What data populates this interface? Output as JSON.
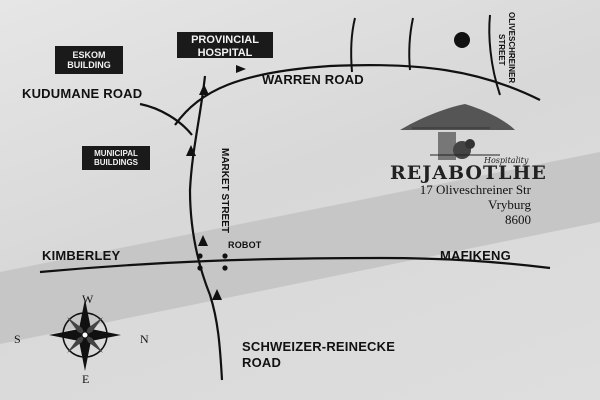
{
  "labels": {
    "eskom": [
      "ESKOM",
      "BUILDING"
    ],
    "provincial": [
      "PROVINCIAL",
      "HOSPITAL"
    ],
    "municipal": [
      "MUNICIPAL",
      "BUILDINGS"
    ],
    "kudumane": "KUDUMANE ROAD",
    "warren": "WARREN ROAD",
    "oliveschreiner": [
      "OLIVESCHREINER",
      "STREET"
    ],
    "market": "MARKET STREET",
    "robot": "ROBOT",
    "kimberley": "KIMBERLEY",
    "mafikeng": "MAFIKENG",
    "schweizer": [
      "SCHWEIZER-REINECKE",
      "ROAD"
    ]
  },
  "business": {
    "tagline": "Hospitality",
    "name": "REJABOTLHE",
    "address": [
      "17 Oliveschreiner Str",
      "Vryburg",
      "8600"
    ]
  },
  "compass": {
    "north": "N",
    "south": "S",
    "east": "E",
    "west": "W"
  }
}
